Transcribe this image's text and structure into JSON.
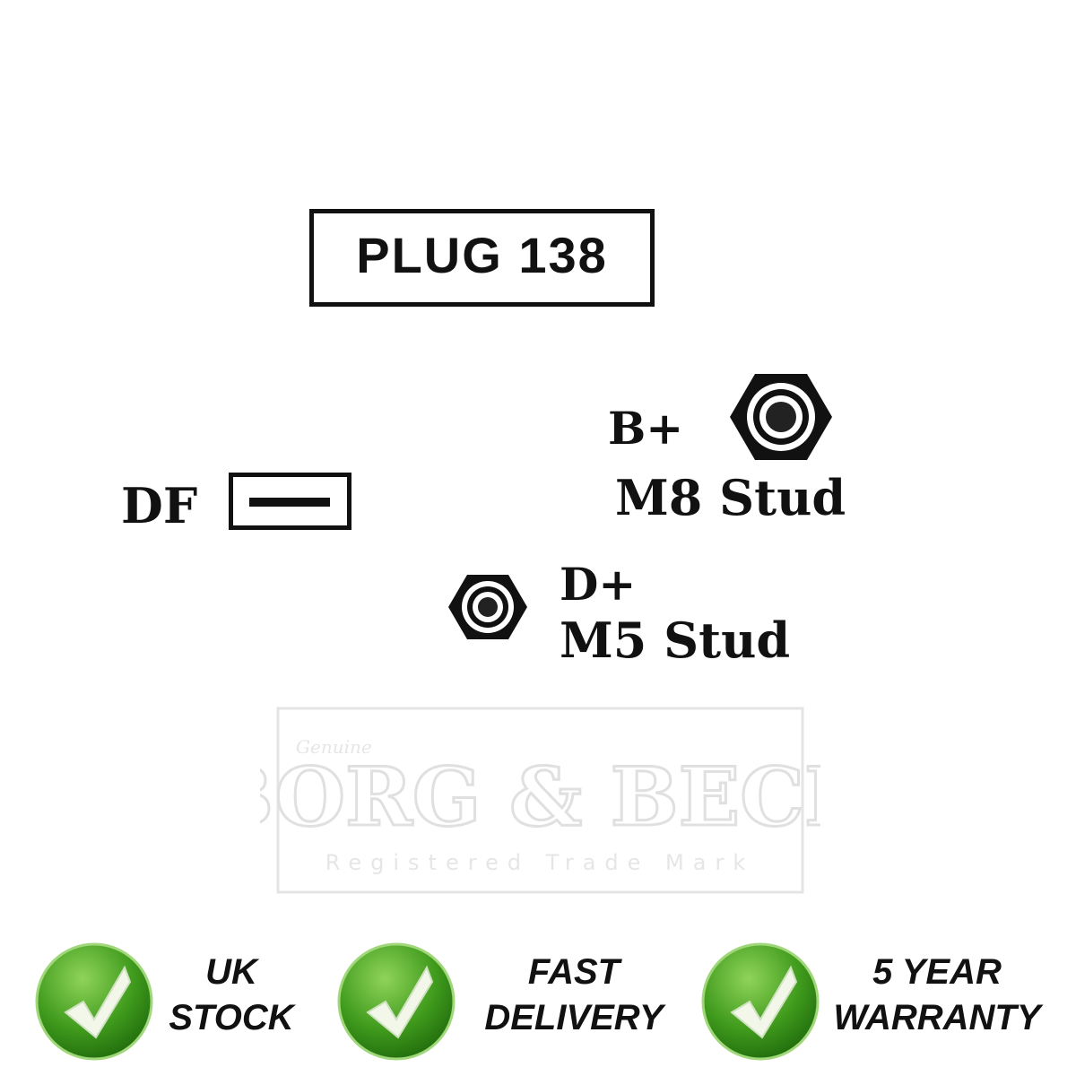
{
  "plug": {
    "label": "PLUG 138"
  },
  "watermark": {
    "brand": "BORG & BECK",
    "script": "Genuine",
    "subtitle": "Registered Trade Mark"
  },
  "terminals": {
    "df": {
      "label": "DF"
    },
    "b_plus": {
      "label": "B+",
      "stud": "M8 Stud"
    },
    "d_plus": {
      "label": "D+",
      "stud": "M5 Stud"
    }
  },
  "badges": [
    {
      "line1": "UK",
      "line2": "STOCK"
    },
    {
      "line1": "FAST",
      "line2": "DELIVERY"
    },
    {
      "line1": "5 YEAR",
      "line2": "WARRANTY"
    }
  ],
  "colors": {
    "ink": "#111111",
    "badge_green": "#3f9a1c",
    "badge_green_light": "#8fd45a"
  }
}
